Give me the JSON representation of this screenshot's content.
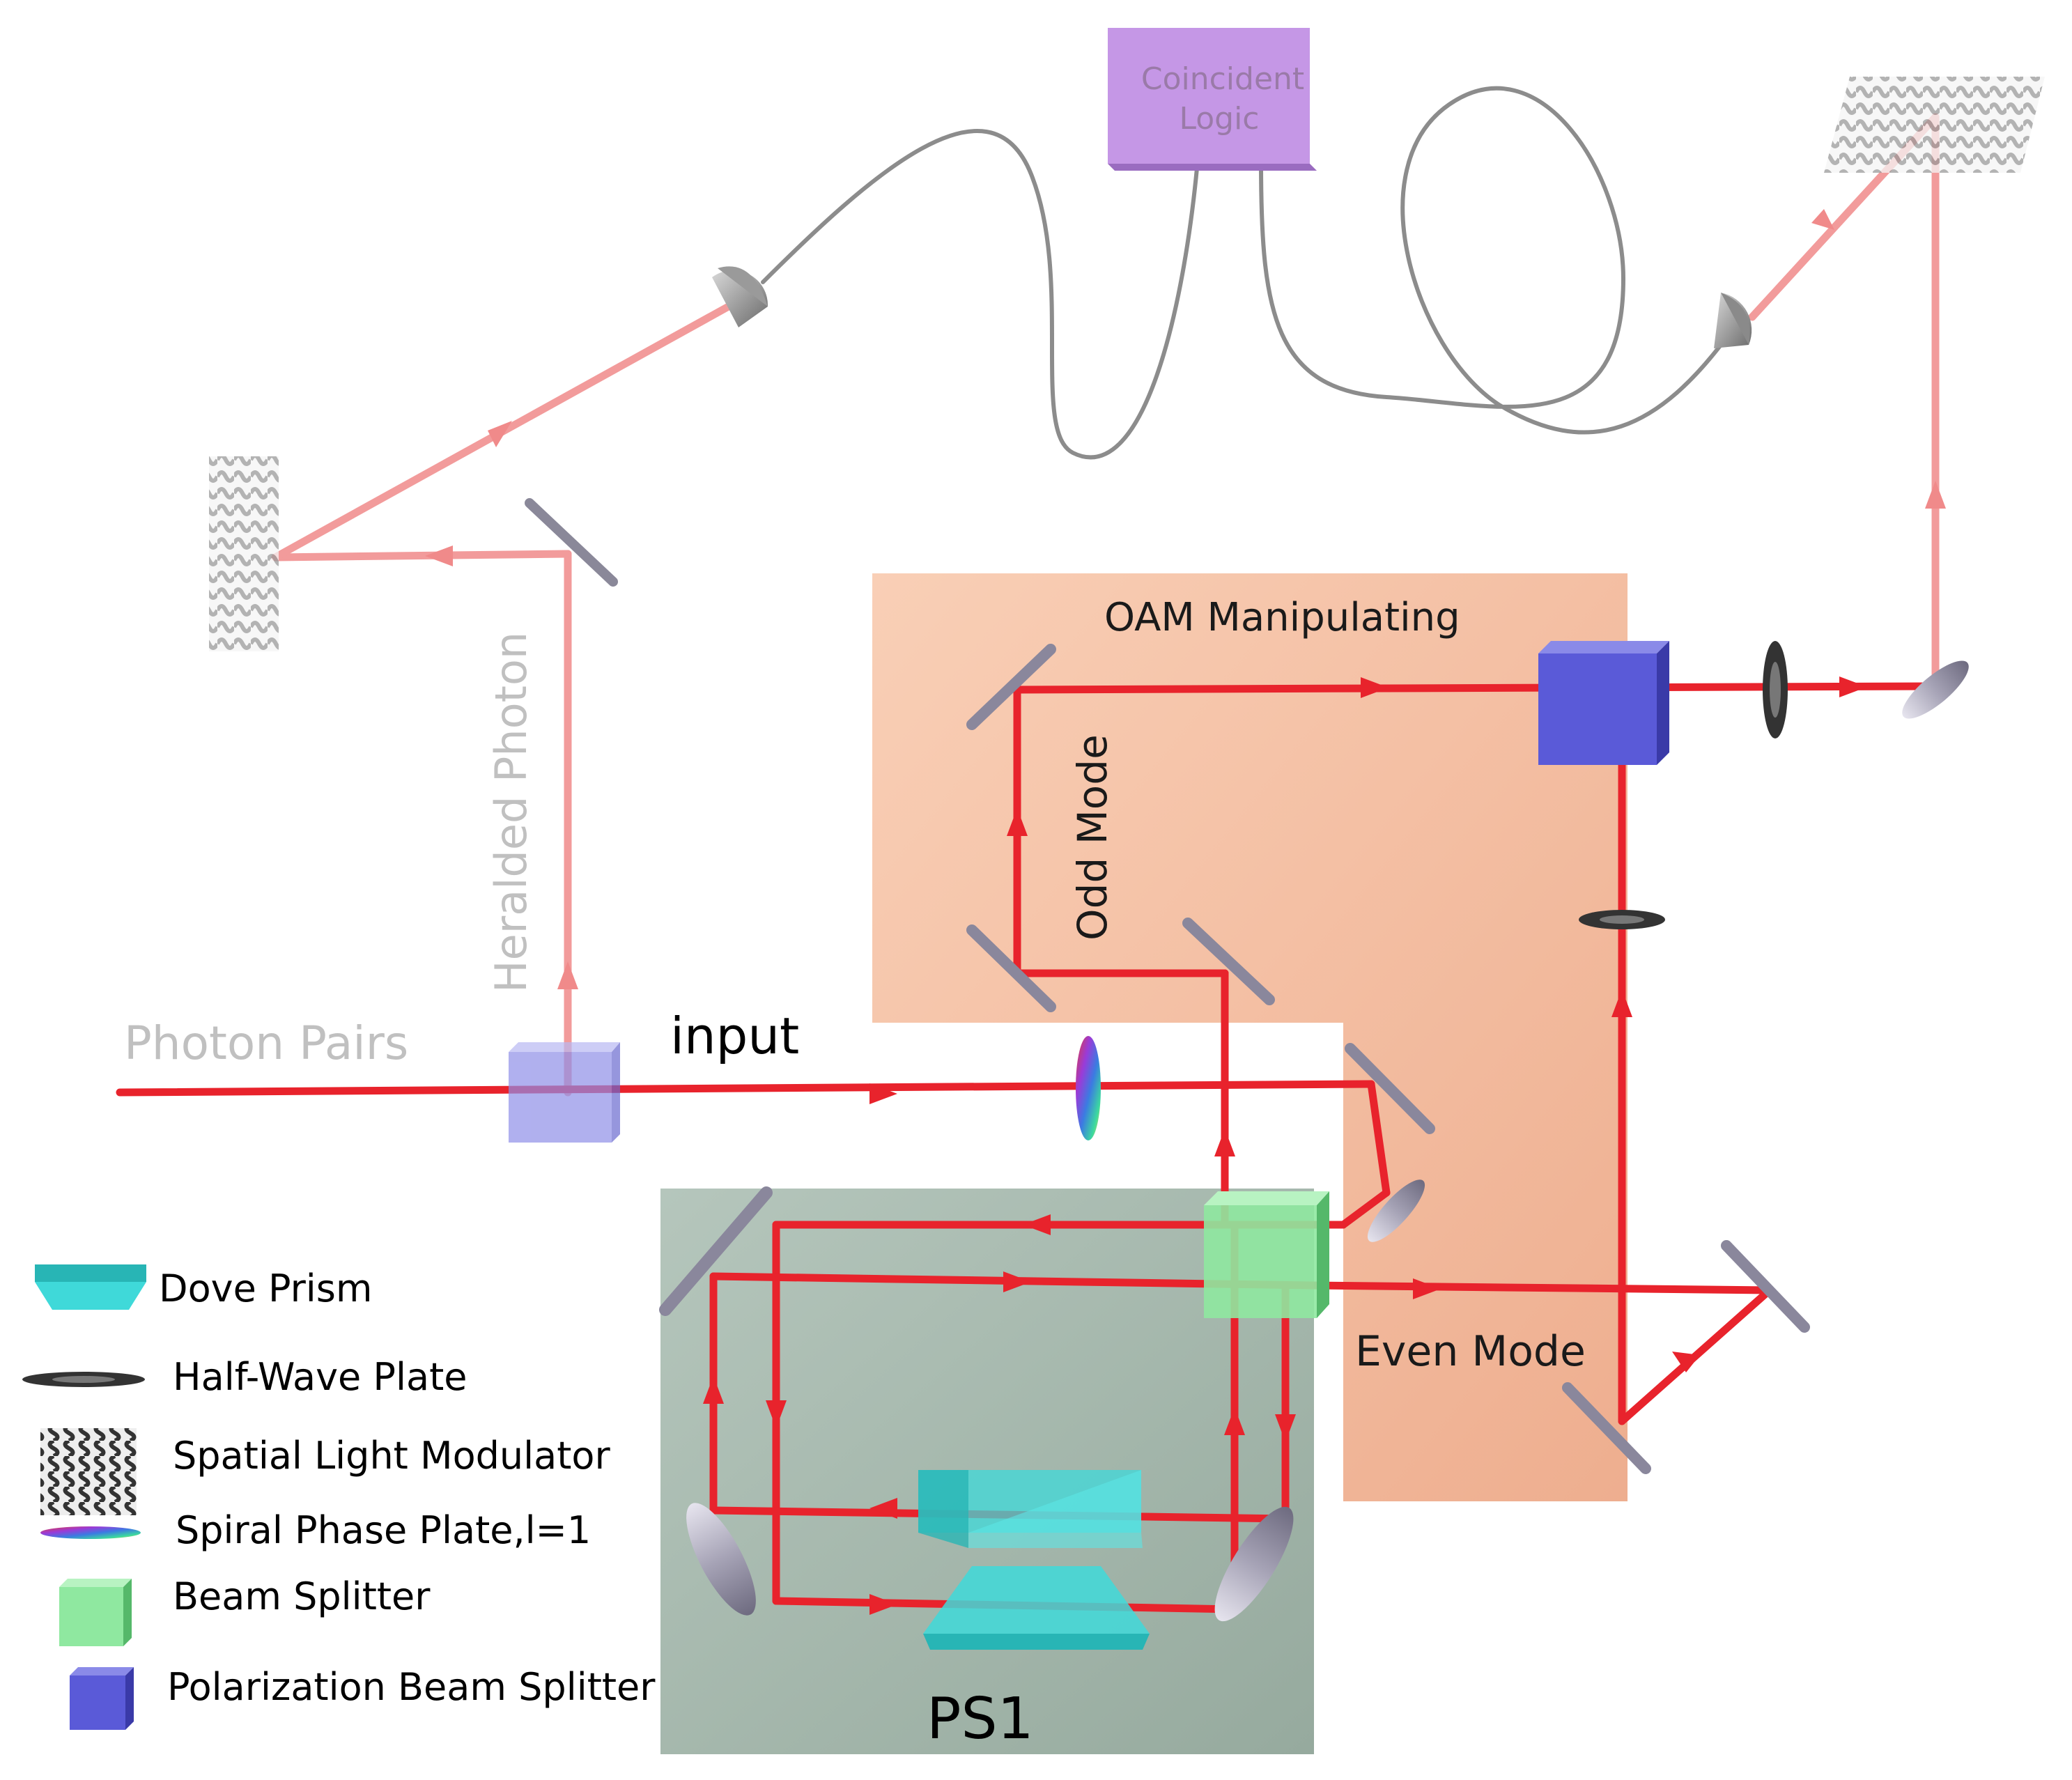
{
  "labels": {
    "coincident_line1": "Coincident",
    "coincident_line2": "Logic",
    "oam": "OAM Manipulating",
    "odd_mode": "Odd Mode",
    "even_mode": "Even Mode",
    "heralded_photon": "Heralded Photon",
    "photon_pairs": "Photon Pairs",
    "input": "input",
    "ps1": "PS1"
  },
  "legend": {
    "dove_prism": "Dove Prism",
    "half_wave_plate": "Half-Wave Plate",
    "slm": "Spatial Light Modulator",
    "spiral_phase_plate": "Spiral Phase Plate,l=1",
    "beam_splitter": "Beam Splitter",
    "pbs": "Polarization Beam Splitter"
  },
  "colors": {
    "beam": "#e8232c",
    "beam_faded": "#f08a8a",
    "oam_region": "#f4b89a",
    "ps1_region": "#a9bdb2",
    "coincident_box": "#c597e6",
    "beam_splitter": "#8fe8a0",
    "pbs": "#5a5ad8",
    "dove_prism": "#3fd9d9",
    "fiber": "#8c8c8c",
    "mirror": "#a9a6b8"
  }
}
